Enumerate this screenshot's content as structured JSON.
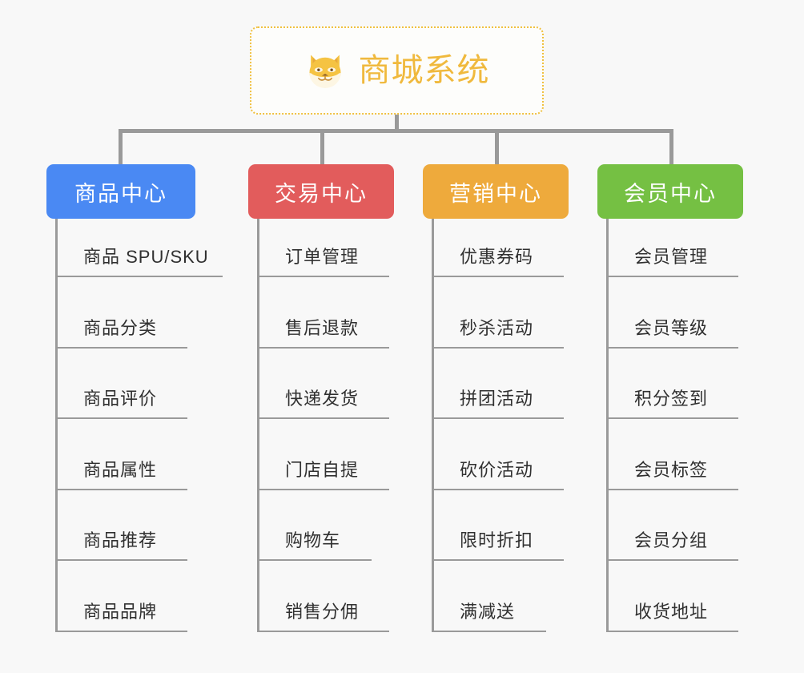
{
  "diagram": {
    "type": "org-chart",
    "background_color": "#f8f8f8",
    "connector_color": "#9a9a9a",
    "root": {
      "title": "商城系统",
      "icon": "shiba-dog-face-icon",
      "text_color": "#f0b93d",
      "border_color": "#f0c040",
      "border_style": "dotted"
    },
    "branches": [
      {
        "label": "商品中心",
        "color": "#4a89f3",
        "items": [
          {
            "label": "商品 SPU/SKU",
            "width": "long"
          },
          {
            "label": "商品分类",
            "width": "med"
          },
          {
            "label": "商品评价",
            "width": "med"
          },
          {
            "label": "商品属性",
            "width": "med"
          },
          {
            "label": "商品推荐",
            "width": "med"
          },
          {
            "label": "商品品牌",
            "width": "med"
          }
        ]
      },
      {
        "label": "交易中心",
        "color": "#e25c5c",
        "items": [
          {
            "label": "订单管理",
            "width": "med"
          },
          {
            "label": "售后退款",
            "width": "med"
          },
          {
            "label": "快递发货",
            "width": "med"
          },
          {
            "label": "门店自提",
            "width": "med"
          },
          {
            "label": "购物车",
            "width": "short"
          },
          {
            "label": "销售分佣",
            "width": "med"
          }
        ]
      },
      {
        "label": "营销中心",
        "color": "#eeaa3c",
        "items": [
          {
            "label": "优惠券码",
            "width": "med"
          },
          {
            "label": "秒杀活动",
            "width": "med"
          },
          {
            "label": "拼团活动",
            "width": "med"
          },
          {
            "label": "砍价活动",
            "width": "med"
          },
          {
            "label": "限时折扣",
            "width": "med"
          },
          {
            "label": "满减送",
            "width": "short"
          }
        ]
      },
      {
        "label": "会员中心",
        "color": "#75c043",
        "items": [
          {
            "label": "会员管理",
            "width": "med"
          },
          {
            "label": "会员等级",
            "width": "med"
          },
          {
            "label": "积分签到",
            "width": "med"
          },
          {
            "label": "会员标签",
            "width": "med"
          },
          {
            "label": "会员分组",
            "width": "med"
          },
          {
            "label": "收货地址",
            "width": "med"
          }
        ]
      }
    ]
  }
}
